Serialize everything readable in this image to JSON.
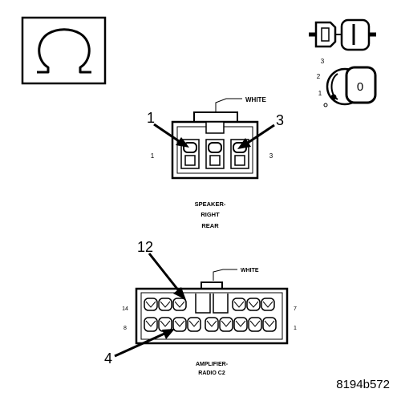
{
  "symbols": {
    "ohm_icon": "ohm-resistance-icon",
    "ignition_plug_icon": "connector-plug-icon",
    "ignition_key_icon": "ignition-key-icon"
  },
  "ignition": {
    "positions": [
      "3",
      "2",
      "1",
      "0"
    ],
    "key_label": "0"
  },
  "speaker_connector": {
    "tab_label": "WHITE",
    "callout_left": "1",
    "callout_right": "3",
    "pin_left": "1",
    "pin_right": "3",
    "caption_line1": "SPEAKER-",
    "caption_line2": "RIGHT",
    "caption_line3": "REAR"
  },
  "amplifier_connector": {
    "tab_label": "WHITE",
    "callout_top": "12",
    "callout_bottom": "4",
    "pin_top_left": "14",
    "pin_top_right": "7",
    "pin_bottom_left": "8",
    "pin_bottom_right": "1",
    "caption_line1": "AMPLIFIER-",
    "caption_line2": "RADIO C2"
  },
  "figure_id": "8194b572"
}
